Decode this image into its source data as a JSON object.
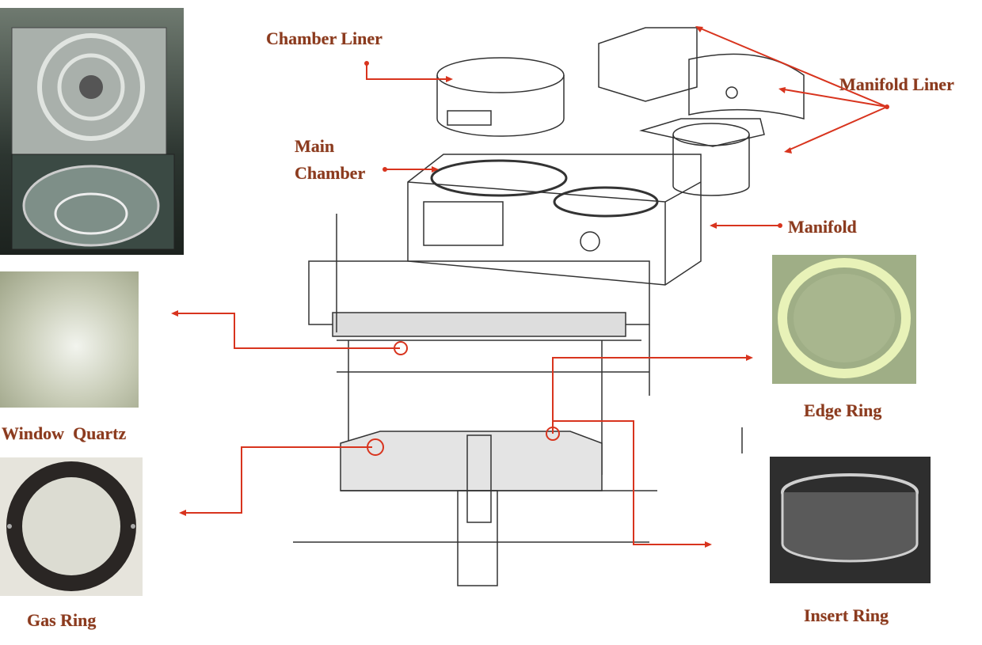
{
  "labels": {
    "chamber_liner": "Chamber Liner",
    "main_chamber_line1": "Main",
    "main_chamber_line2": "Chamber",
    "manifold_liner": "Manifold Liner",
    "manifold": "Manifold",
    "window_quartz": "Window  Quartz",
    "gas_ring": "Gas Ring",
    "edge_ring": "Edge Ring",
    "insert_ring": "Insert Ring"
  },
  "colors": {
    "label": "#8b3a1e",
    "arrow": "#d8341e",
    "line": "#333333"
  }
}
